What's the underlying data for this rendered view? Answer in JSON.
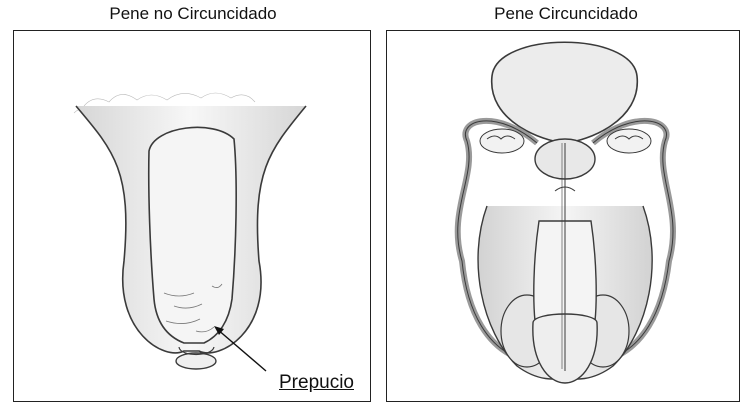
{
  "panels": {
    "left": {
      "title": "Pene no Circuncidado",
      "callout": "Prepucio"
    },
    "right": {
      "title": "Pene Circuncidado"
    }
  },
  "colors": {
    "outline": "#3a3a3a",
    "fill": "#f2f2f2",
    "shade": "#d8d8d8",
    "frame": "#222222"
  }
}
